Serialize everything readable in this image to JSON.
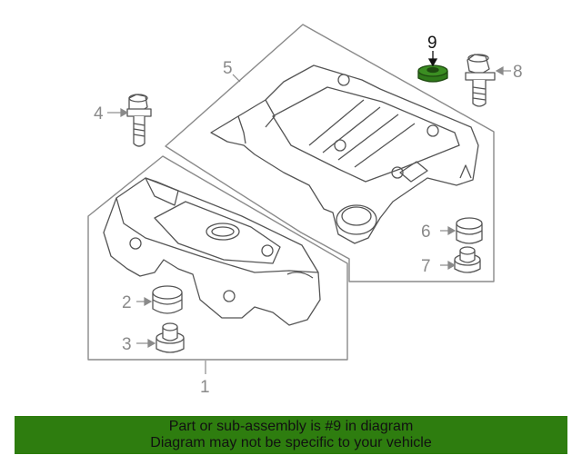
{
  "callouts": {
    "c1": "1",
    "c2": "2",
    "c3": "3",
    "c4": "4",
    "c5": "5",
    "c6": "6",
    "c7": "7",
    "c8": "8",
    "c9": "9"
  },
  "highlight_part": "9",
  "colors": {
    "banner_bg": "#2e7d0f",
    "highlight_part": "#2f7a1a",
    "line_gray": "#8a8a8a"
  },
  "banner": {
    "line1": "Part or sub-assembly is #9 in diagram",
    "line2": "Diagram may not be specific to your vehicle"
  }
}
